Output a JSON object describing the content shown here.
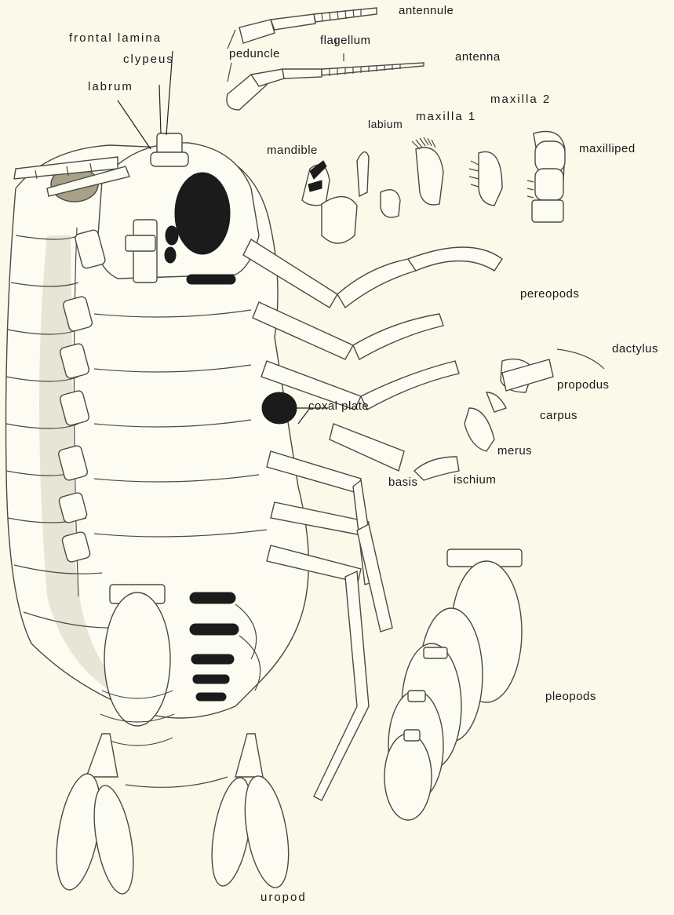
{
  "figure": {
    "labels": {
      "antennule": "antennule",
      "flagellum": "flagellum",
      "peduncle": "peduncle",
      "antenna": "antenna",
      "frontal_lamina": "frontal lamina",
      "clypeus": "clypeus",
      "labrum": "labrum",
      "labium": "labium",
      "maxilla_1": "maxilla 1",
      "maxilla_2": "maxilla 2",
      "mandible": "mandible",
      "maxilliped": "maxilliped",
      "pereopods": "pereopods",
      "dactylus": "dactylus",
      "propodus": "propodus",
      "carpus": "carpus",
      "coxal_plate": "coxal plate",
      "merus": "merus",
      "basis": "basis",
      "ischium": "ischium",
      "pleopods": "pleopods",
      "uropod": "uropod"
    }
  }
}
